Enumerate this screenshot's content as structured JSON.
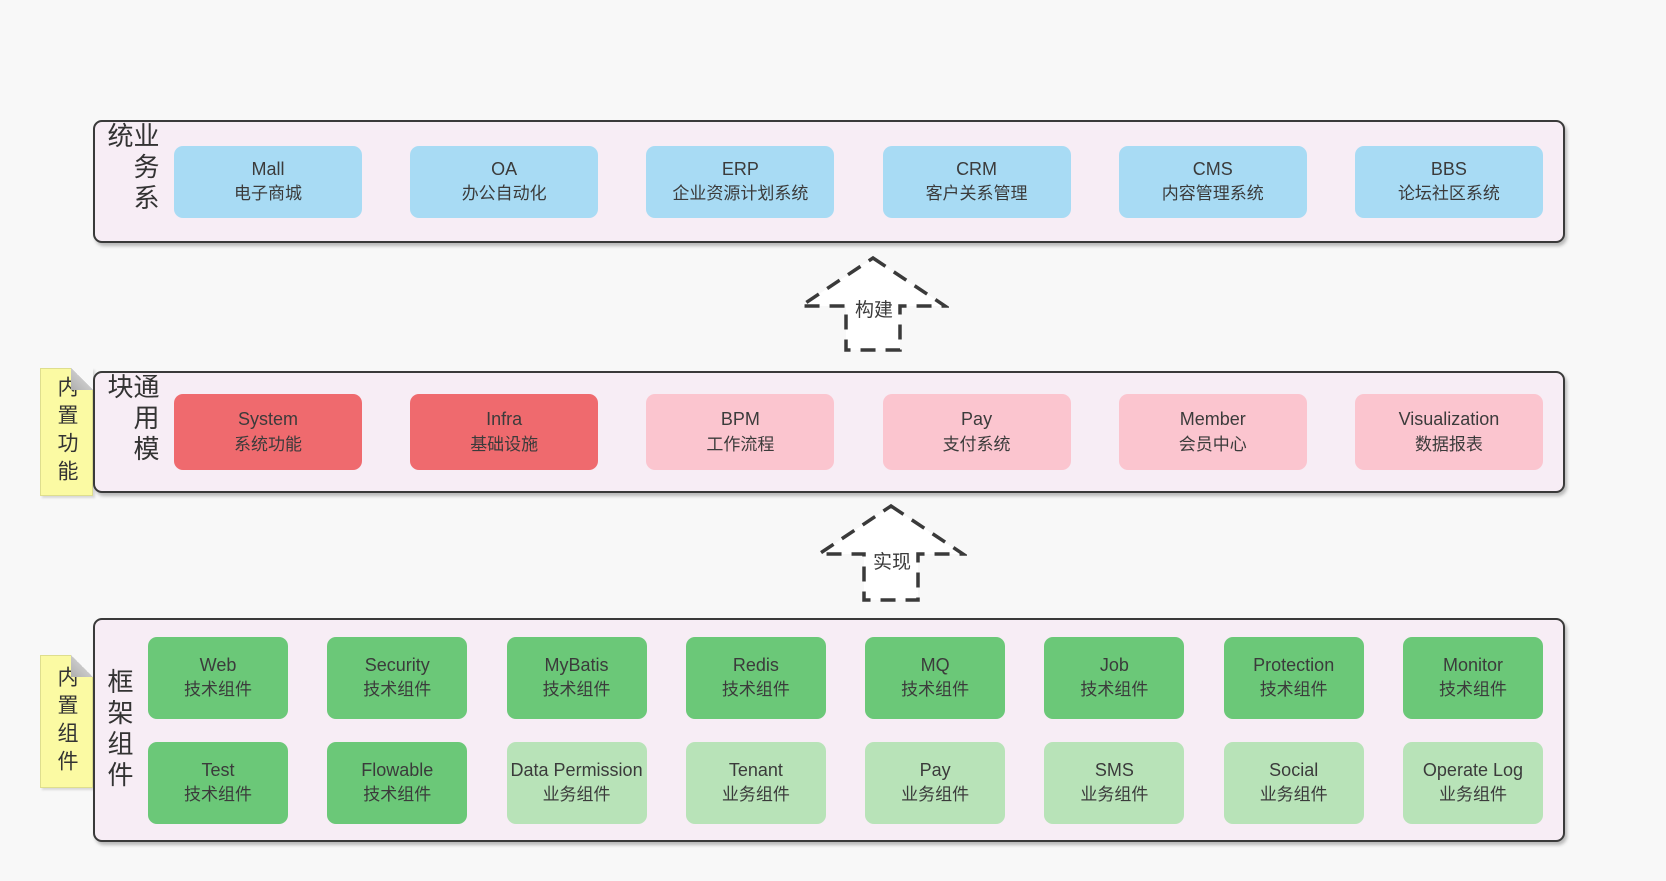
{
  "diagram": {
    "colors": {
      "page_bg": "#f8f8f8",
      "layer_bg": "#f7edf5",
      "border": "#3a3a3a",
      "blue": "#a8dbf4",
      "red": "#ef6a6e",
      "pink": "#fbc5cf",
      "green": "#6bc878",
      "lightgreen": "#b8e3b8",
      "sticky_bg": "#fbfaa3"
    },
    "arrows": [
      {
        "label": "构建"
      },
      {
        "label": "实现"
      }
    ],
    "layers": [
      {
        "label": "业务系统",
        "rows": [
          [
            {
              "title": "Mall",
              "subtitle": "电子商城",
              "variant": "blue"
            },
            {
              "title": "OA",
              "subtitle": "办公自动化",
              "variant": "blue"
            },
            {
              "title": "ERP",
              "subtitle": "企业资源计划系统",
              "variant": "blue"
            },
            {
              "title": "CRM",
              "subtitle": "客户关系管理",
              "variant": "blue"
            },
            {
              "title": "CMS",
              "subtitle": "内容管理系统",
              "variant": "blue"
            },
            {
              "title": "BBS",
              "subtitle": "论坛社区系统",
              "variant": "blue"
            }
          ]
        ]
      },
      {
        "label": "通用模块",
        "sticky": "内置功能",
        "rows": [
          [
            {
              "title": "System",
              "subtitle": "系统功能",
              "variant": "red"
            },
            {
              "title": "Infra",
              "subtitle": "基础设施",
              "variant": "red"
            },
            {
              "title": "BPM",
              "subtitle": "工作流程",
              "variant": "pink"
            },
            {
              "title": "Pay",
              "subtitle": "支付系统",
              "variant": "pink"
            },
            {
              "title": "Member",
              "subtitle": "会员中心",
              "variant": "pink"
            },
            {
              "title": "Visualization",
              "subtitle": "数据报表",
              "variant": "pink"
            }
          ]
        ]
      },
      {
        "label": "框架组件",
        "sticky": "内置组件",
        "rows": [
          [
            {
              "title": "Web",
              "subtitle": "技术组件",
              "variant": "green"
            },
            {
              "title": "Security",
              "subtitle": "技术组件",
              "variant": "green"
            },
            {
              "title": "MyBatis",
              "subtitle": "技术组件",
              "variant": "green"
            },
            {
              "title": "Redis",
              "subtitle": "技术组件",
              "variant": "green"
            },
            {
              "title": "MQ",
              "subtitle": "技术组件",
              "variant": "green"
            },
            {
              "title": "Job",
              "subtitle": "技术组件",
              "variant": "green"
            },
            {
              "title": "Protection",
              "subtitle": "技术组件",
              "variant": "green"
            },
            {
              "title": "Monitor",
              "subtitle": "技术组件",
              "variant": "green"
            }
          ],
          [
            {
              "title": "Test",
              "subtitle": "技术组件",
              "variant": "green"
            },
            {
              "title": "Flowable",
              "subtitle": "技术组件",
              "variant": "green"
            },
            {
              "title": "Data Permission",
              "subtitle": "业务组件",
              "variant": "lightgreen"
            },
            {
              "title": "Tenant",
              "subtitle": "业务组件",
              "variant": "lightgreen"
            },
            {
              "title": "Pay",
              "subtitle": "业务组件",
              "variant": "lightgreen"
            },
            {
              "title": "SMS",
              "subtitle": "业务组件",
              "variant": "lightgreen"
            },
            {
              "title": "Social",
              "subtitle": "业务组件",
              "variant": "lightgreen"
            },
            {
              "title": "Operate Log",
              "subtitle": "业务组件",
              "variant": "lightgreen"
            }
          ]
        ]
      }
    ]
  }
}
